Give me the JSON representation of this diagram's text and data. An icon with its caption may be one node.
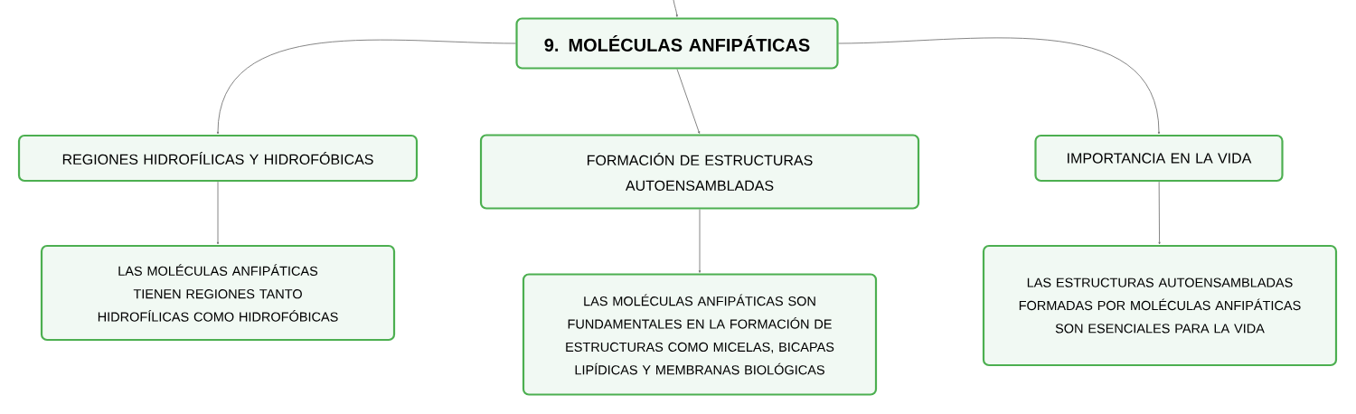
{
  "diagram": {
    "nodes": [
      {
        "text": [
          "9. MOLÉCULAS ANFIPÁTICAS"
        ]
      },
      {
        "text": [
          "REGIONES HIDROFÍLICAS Y HIDROFÓBICAS"
        ]
      },
      {
        "text": [
          "FORMACIÓN DE ESTRUCTURAS AUTOENSAMBLADAS"
        ]
      },
      {
        "text": [
          "IMPORTANCIA EN LA VIDA"
        ]
      },
      {
        "text": [
          "LAS MOLÉCULAS ANFIPÁTICAS TIENEN REGIONES TANTO HIDROFÍLICAS COMO HIDROFÓBICAS"
        ]
      },
      {
        "text": [
          "LAS MOLÉCULAS ANFIPÁTICAS SON FUNDAMENTALES EN LA FORMACIÓN DE ESTRUCTURAS COMO MICELAS, BICAPAS LIPÍDICAS Y MEMBRANAS BIOLÓGICAS"
        ]
      },
      {
        "text": [
          "LAS ESTRUCTURAS AUTOENSAMBLADAS FORMADAS POR MOLÉCULAS ANFIPÁTICAS SON ESENCIALES PARA LA VIDA"
        ]
      }
    ],
    "edges": [
      {
        "from": null,
        "to": 0,
        "arrow": "to"
      },
      {
        "from": 0,
        "to": 1,
        "arrow": "to"
      },
      {
        "from": 0,
        "to": 2,
        "arrow": "to"
      },
      {
        "from": 0,
        "to": 3,
        "arrow": "to"
      },
      {
        "from": 1,
        "to": 4,
        "arrow": "to"
      },
      {
        "from": 2,
        "to": 5,
        "arrow": "to"
      },
      {
        "from": 3,
        "to": 6,
        "arrow": "to"
      }
    ]
  }
}
